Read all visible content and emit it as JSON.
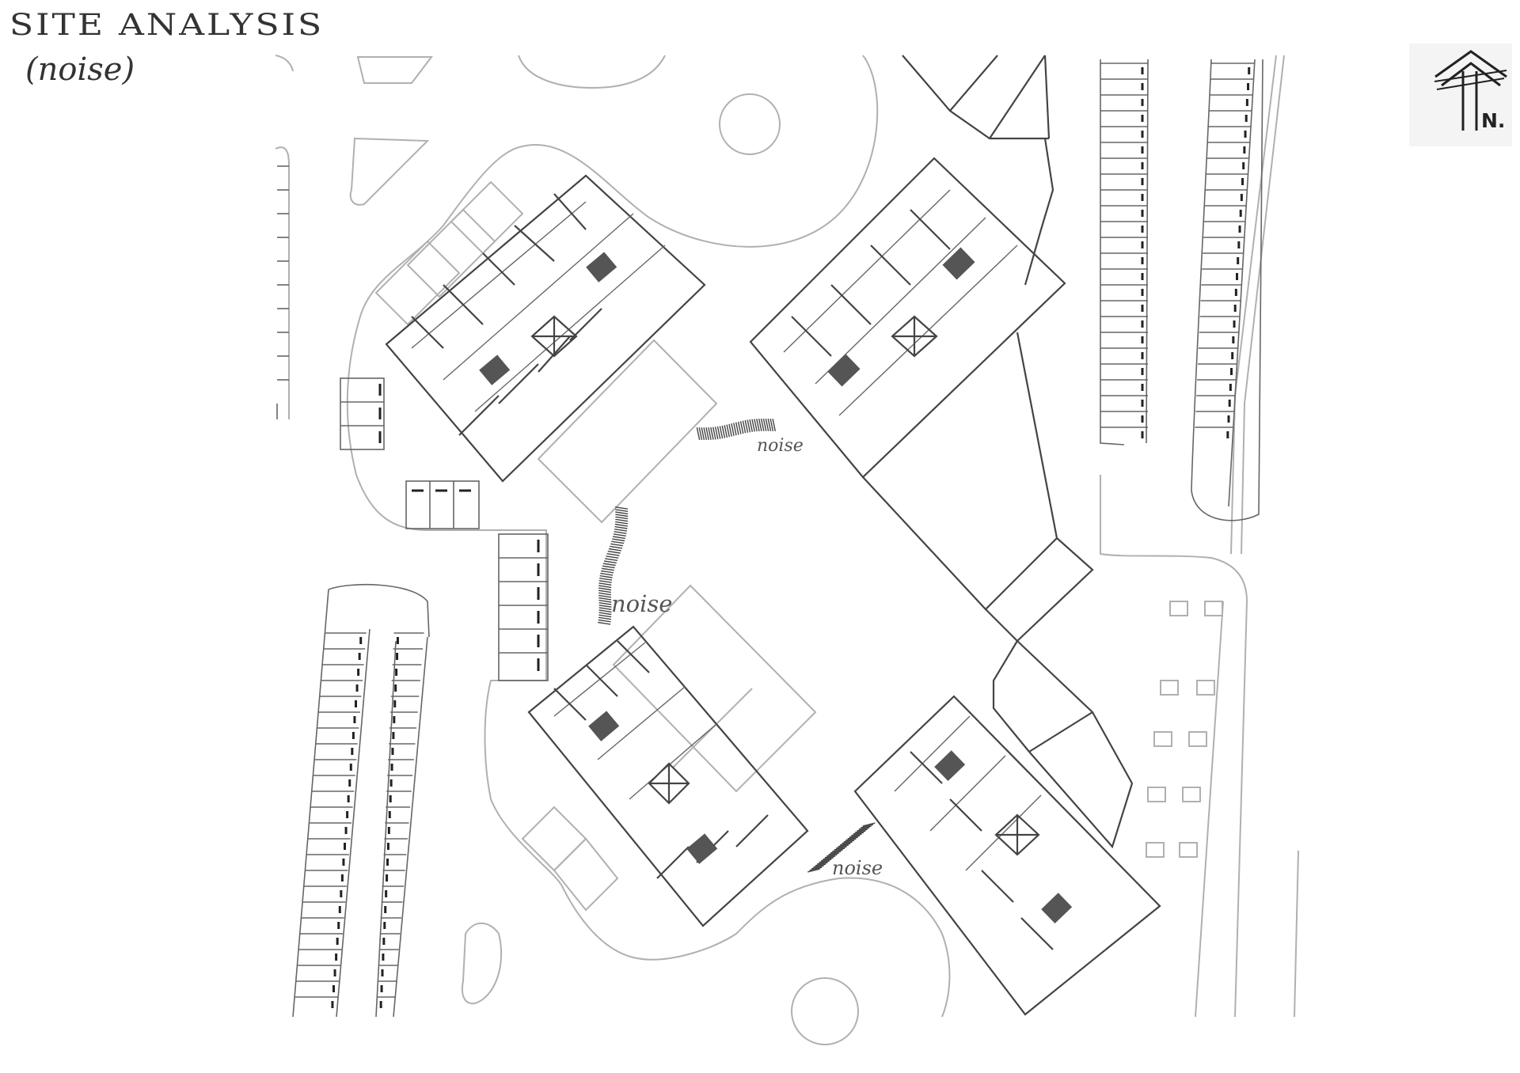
{
  "title": {
    "line1": "SITE ANALYSIS",
    "line2": "(noise)"
  },
  "noise_labels": [
    "noise",
    "noise",
    "noise"
  ],
  "north_arrow": {
    "label": "N."
  },
  "colors": {
    "plan_line": "#555555",
    "light_line": "#b8b8b8",
    "hatch": "#444444",
    "text": "#333333"
  }
}
